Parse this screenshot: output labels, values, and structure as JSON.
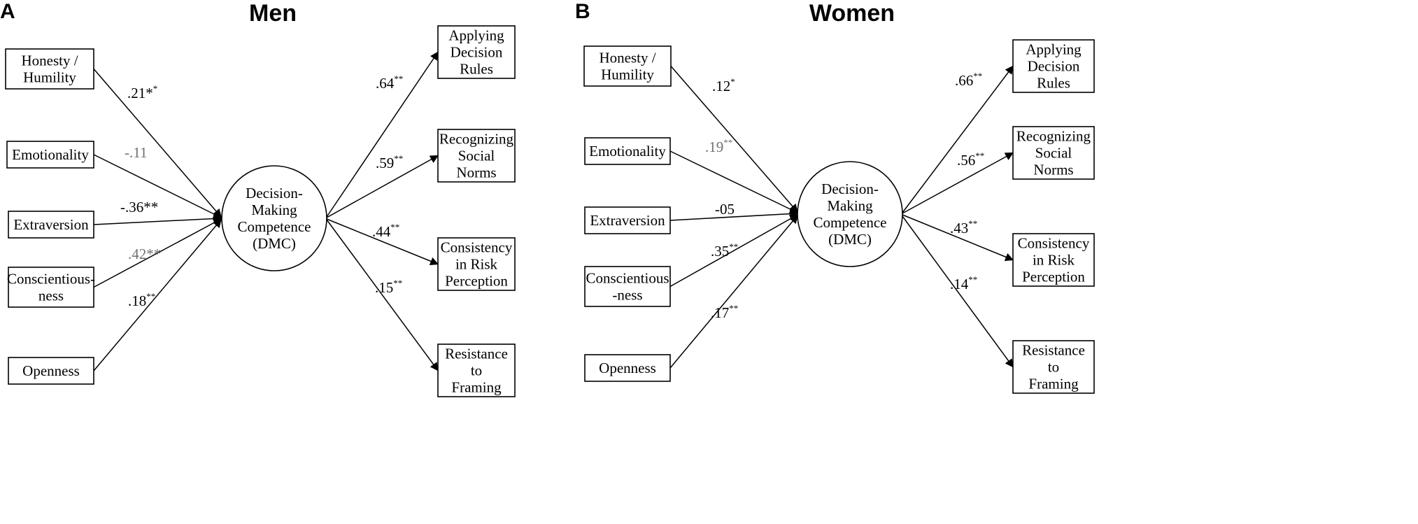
{
  "panels": [
    {
      "letter": "A",
      "title": "Men",
      "center": {
        "lines": [
          "Decision-",
          "Making",
          "Competence",
          "(DMC)"
        ]
      },
      "predictors": [
        {
          "lines": [
            "Honesty /",
            "Humility"
          ],
          "coef": ".21*",
          "sup": "*",
          "color": "#000000"
        },
        {
          "lines": [
            "Emotionality"
          ],
          "coef": "-.11",
          "sup": "",
          "color": "#707070"
        },
        {
          "lines": [
            "Extraversion"
          ],
          "coef": "-.36**",
          "sup": "",
          "color": "#000000"
        },
        {
          "lines": [
            "Conscientious-",
            "ness"
          ],
          "coef": ".42**",
          "sup": "",
          "color": "#707070"
        },
        {
          "lines": [
            "Openness"
          ],
          "coef": ".18",
          "sup": "**",
          "color": "#000000"
        }
      ],
      "outcomes": [
        {
          "lines": [
            "Applying",
            "Decision",
            "Rules"
          ],
          "coef": ".64",
          "sup": "**",
          "color": "#000000"
        },
        {
          "lines": [
            "Recognizing",
            "Social",
            "Norms"
          ],
          "coef": ".59",
          "sup": "**",
          "color": "#000000"
        },
        {
          "lines": [
            "Consistency",
            "in Risk",
            "Perception"
          ],
          "coef": ".44",
          "sup": "**",
          "color": "#000000"
        },
        {
          "lines": [
            "Resistance",
            "to",
            "Framing"
          ],
          "coef": ".15",
          "sup": "**",
          "color": "#000000"
        }
      ]
    },
    {
      "letter": "B",
      "title": "Women",
      "center": {
        "lines": [
          "Decision-",
          "Making",
          "Competence",
          "(DMC)"
        ]
      },
      "predictors": [
        {
          "lines": [
            "Honesty /",
            "Humility"
          ],
          "coef": ".12",
          "sup": "*",
          "color": "#000000"
        },
        {
          "lines": [
            "Emotionality"
          ],
          "coef": ".19",
          "sup": "**",
          "color": "#707070"
        },
        {
          "lines": [
            "Extraversion"
          ],
          "coef": "-05",
          "sup": "",
          "color": "#000000"
        },
        {
          "lines": [
            "Conscientious",
            "-ness"
          ],
          "coef": ".35",
          "sup": "**",
          "color": "#000000"
        },
        {
          "lines": [
            "Openness"
          ],
          "coef": ".17",
          "sup": "**",
          "color": "#000000"
        }
      ],
      "outcomes": [
        {
          "lines": [
            "Applying",
            "Decision",
            "Rules"
          ],
          "coef": ".66",
          "sup": "**",
          "color": "#000000"
        },
        {
          "lines": [
            "Recognizing",
            "Social",
            "Norms"
          ],
          "coef": ".56",
          "sup": "**",
          "color": "#000000"
        },
        {
          "lines": [
            "Consistency",
            "in Risk",
            "Perception"
          ],
          "coef": ".43",
          "sup": "**",
          "color": "#000000"
        },
        {
          "lines": [
            "Resistance",
            "to",
            "Framing"
          ],
          "coef": ".14",
          "sup": "**",
          "color": "#000000"
        }
      ]
    }
  ]
}
